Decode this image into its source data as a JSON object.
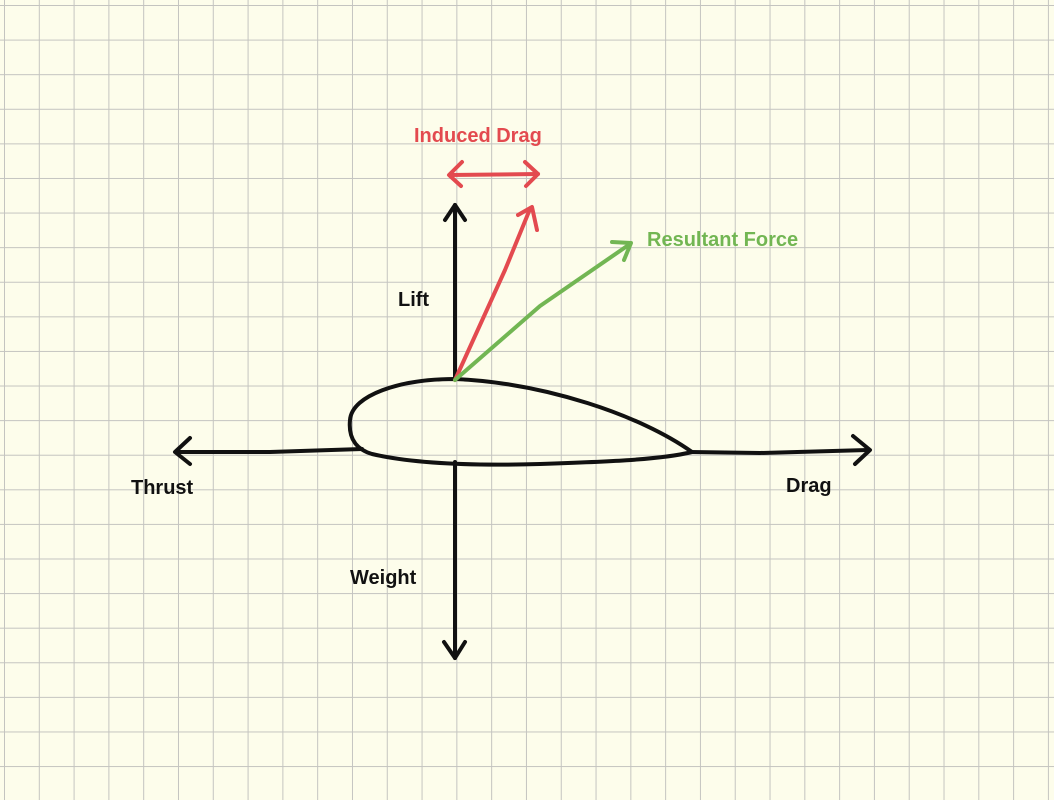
{
  "labels": {
    "lift": "Lift",
    "thrust": "Thrust",
    "drag": "Drag",
    "weight": "Weight",
    "induced_drag": "Induced Drag",
    "resultant_force": "Resultant Force"
  },
  "colors": {
    "ink": "#111111",
    "induced_drag": "#e34a4f",
    "resultant_force": "#72b653",
    "paper": "#fdfdeb",
    "grid": "#c4c4c0"
  }
}
